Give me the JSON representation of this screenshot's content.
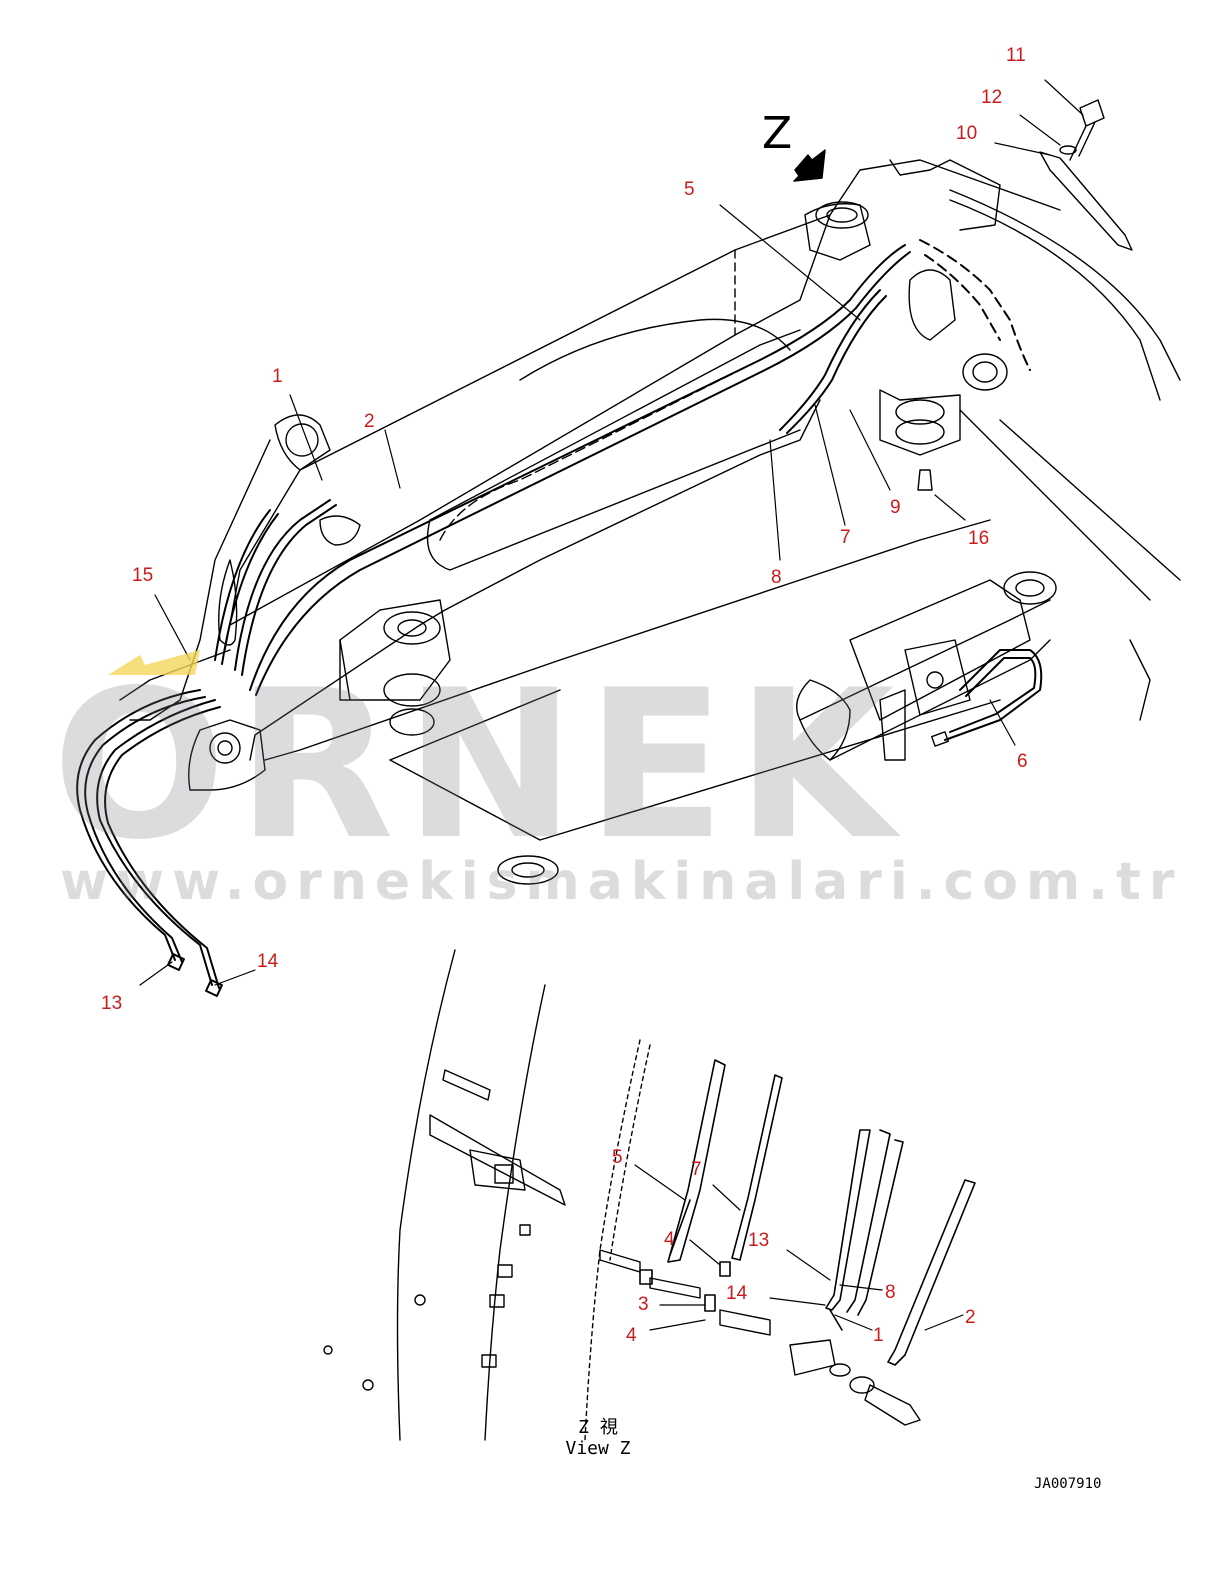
{
  "callouts": {
    "c1": "1",
    "c2": "2",
    "c5": "5",
    "c6": "6",
    "c7": "7",
    "c8": "8",
    "c9": "9",
    "c10": "10",
    "c11": "11",
    "c12": "12",
    "c13": "13",
    "c14": "14",
    "c15": "15",
    "c16": "16",
    "z_c5": "5",
    "z_c7": "7",
    "z_c4a": "4",
    "z_c13": "13",
    "z_c3": "3",
    "z_c14": "14",
    "z_c4b": "4",
    "z_c8": "8",
    "z_c1": "1",
    "z_c2": "2"
  },
  "view_arrow_label": "Z",
  "view_title": {
    "line1": "Z  視",
    "line2": "View Z"
  },
  "drawing_id": "JA007910",
  "watermark": {
    "logo": "ORNEK",
    "url": "www.ornekismakinalari.com.tr"
  },
  "colors": {
    "callout": "#cc1a1a",
    "line": "#000000",
    "watermark": "#8a8a92",
    "accent_arrow": "#f3d65a"
  }
}
